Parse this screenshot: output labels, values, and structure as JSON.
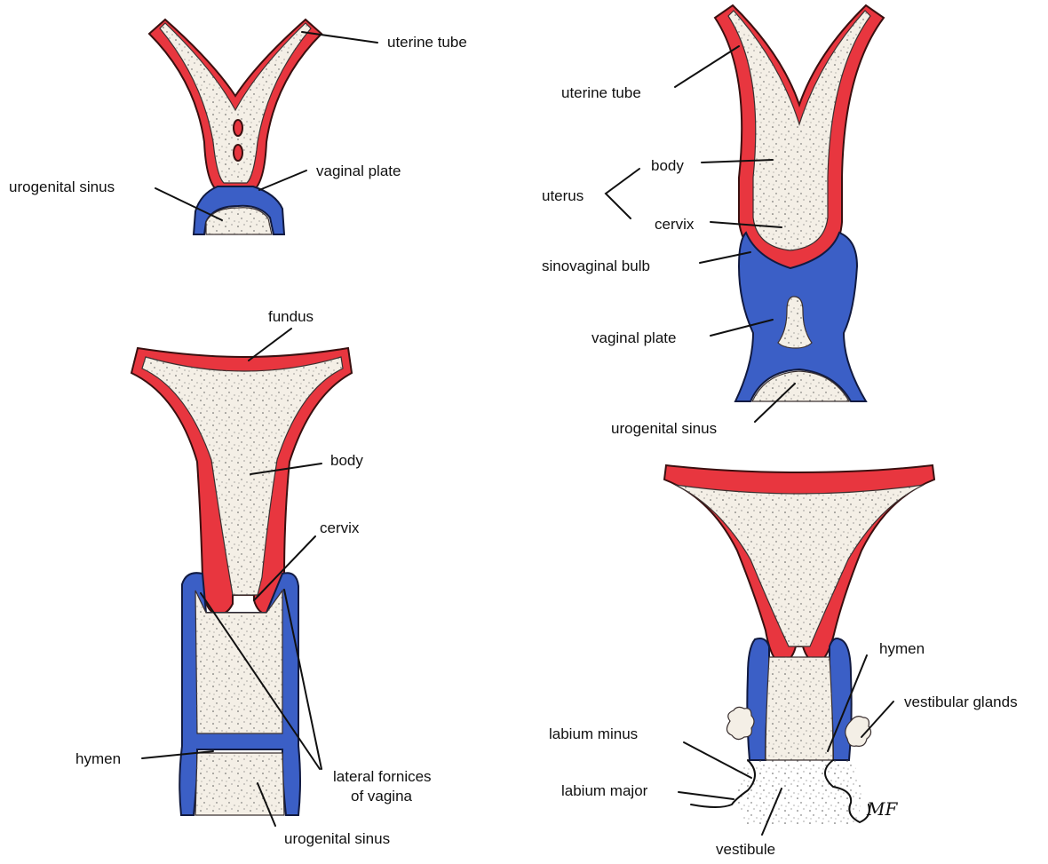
{
  "panels": {
    "top_left": {
      "uterine_tube": "uterine tube",
      "vaginal_plate": "vaginal plate",
      "urogenital_sinus": "urogenital sinus"
    },
    "top_right": {
      "uterine_tube": "uterine tube",
      "uterus": "uterus",
      "body": "body",
      "cervix": "cervix",
      "sinovaginal_bulb": "sinovaginal bulb",
      "vaginal_plate": "vaginal plate",
      "urogenital_sinus": "urogenital sinus"
    },
    "bottom_left": {
      "fundus": "fundus",
      "body": "body",
      "cervix": "cervix",
      "hymen": "hymen",
      "lateral_fornices_line1": "lateral fornices",
      "lateral_fornices_line2": "of vagina",
      "urogenital_sinus": "urogenital sinus"
    },
    "bottom_right": {
      "hymen": "hymen",
      "vestibular_glands": "vestibular glands",
      "labium_minus": "labium minus",
      "labium_major": "labium major",
      "vestibule": "vestibule"
    }
  },
  "signature": "MF",
  "colors": {
    "muscle_red": "#e8363f",
    "epithelium_blue": "#3b5fc6",
    "cavity": "#f4efe6"
  }
}
